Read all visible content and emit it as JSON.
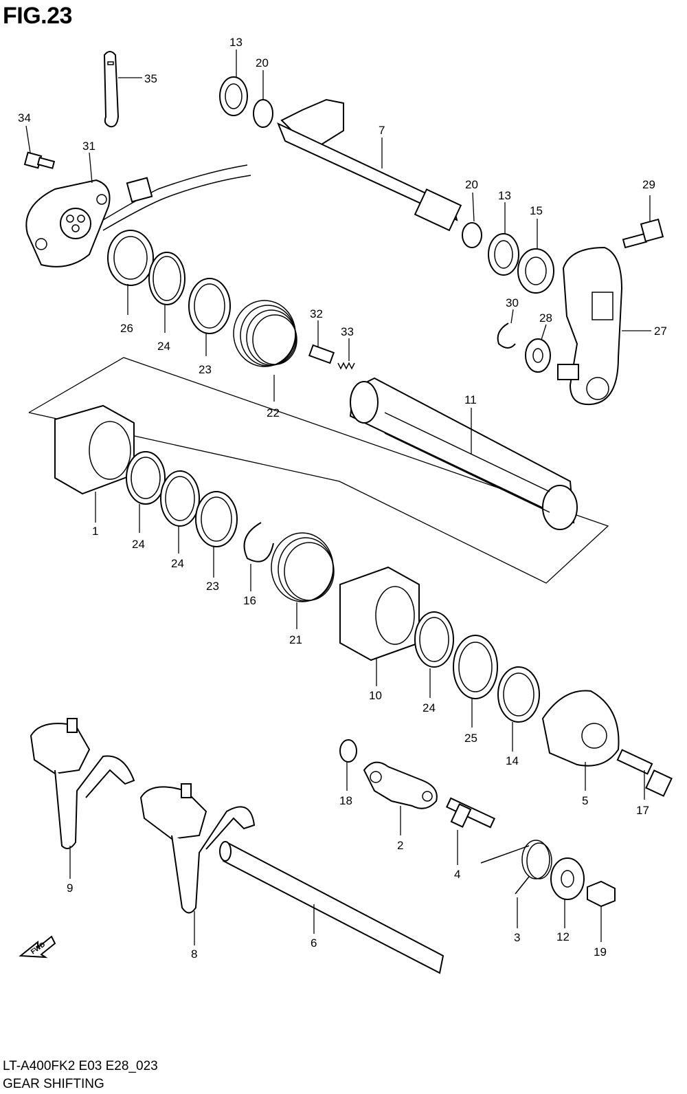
{
  "figure": {
    "title": "FIG.23",
    "model_code": "LT-A400FK2 E03 E28_023",
    "section_name": "GEAR SHIFTING",
    "fwd_label": "FWD"
  },
  "callouts": [
    {
      "id": "c35",
      "label": "35"
    },
    {
      "id": "c34",
      "label": "34"
    },
    {
      "id": "c31",
      "label": "31"
    },
    {
      "id": "c13a",
      "label": "13"
    },
    {
      "id": "c20a",
      "label": "20"
    },
    {
      "id": "c7",
      "label": "7"
    },
    {
      "id": "c20b",
      "label": "20"
    },
    {
      "id": "c13b",
      "label": "13"
    },
    {
      "id": "c15",
      "label": "15"
    },
    {
      "id": "c29",
      "label": "29"
    },
    {
      "id": "c26",
      "label": "26"
    },
    {
      "id": "c24a",
      "label": "24"
    },
    {
      "id": "c23a",
      "label": "23"
    },
    {
      "id": "c22",
      "label": "22"
    },
    {
      "id": "c32",
      "label": "32"
    },
    {
      "id": "c33",
      "label": "33"
    },
    {
      "id": "c30",
      "label": "30"
    },
    {
      "id": "c28",
      "label": "28"
    },
    {
      "id": "c27",
      "label": "27"
    },
    {
      "id": "c11",
      "label": "11"
    },
    {
      "id": "c1",
      "label": "1"
    },
    {
      "id": "c24b",
      "label": "24"
    },
    {
      "id": "c24c",
      "label": "24"
    },
    {
      "id": "c23b",
      "label": "23"
    },
    {
      "id": "c16",
      "label": "16"
    },
    {
      "id": "c21",
      "label": "21"
    },
    {
      "id": "c10",
      "label": "10"
    },
    {
      "id": "c24d",
      "label": "24"
    },
    {
      "id": "c25",
      "label": "25"
    },
    {
      "id": "c14",
      "label": "14"
    },
    {
      "id": "c5",
      "label": "5"
    },
    {
      "id": "c17",
      "label": "17"
    },
    {
      "id": "c18",
      "label": "18"
    },
    {
      "id": "c2",
      "label": "2"
    },
    {
      "id": "c4",
      "label": "4"
    },
    {
      "id": "c3",
      "label": "3"
    },
    {
      "id": "c12",
      "label": "12"
    },
    {
      "id": "c19",
      "label": "19"
    },
    {
      "id": "c9",
      "label": "9"
    },
    {
      "id": "c8",
      "label": "8"
    },
    {
      "id": "c6",
      "label": "6"
    }
  ]
}
